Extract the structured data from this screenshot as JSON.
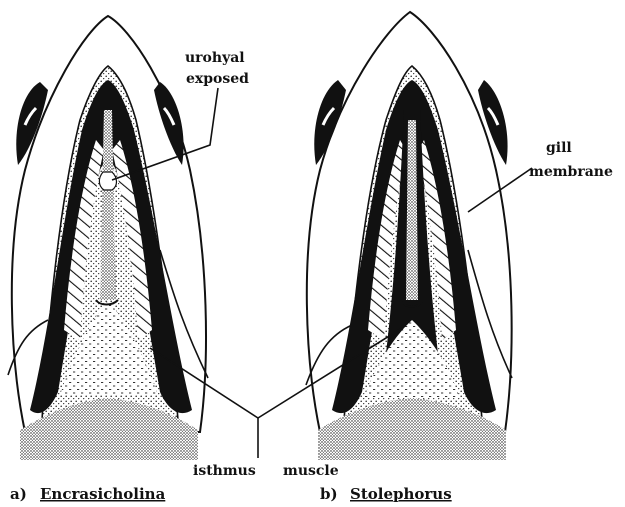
{
  "labels": {
    "urohyal_line1": "urohyal",
    "urohyal_line2": "exposed",
    "gill_line1": "gill",
    "gill_line2": "membrane",
    "isthmus": "isthmus",
    "muscle": "muscle"
  },
  "captions": {
    "a_prefix": "a)",
    "a_name": "Encrasicholina",
    "b_prefix": "b)",
    "b_name": "Stolephorus"
  }
}
